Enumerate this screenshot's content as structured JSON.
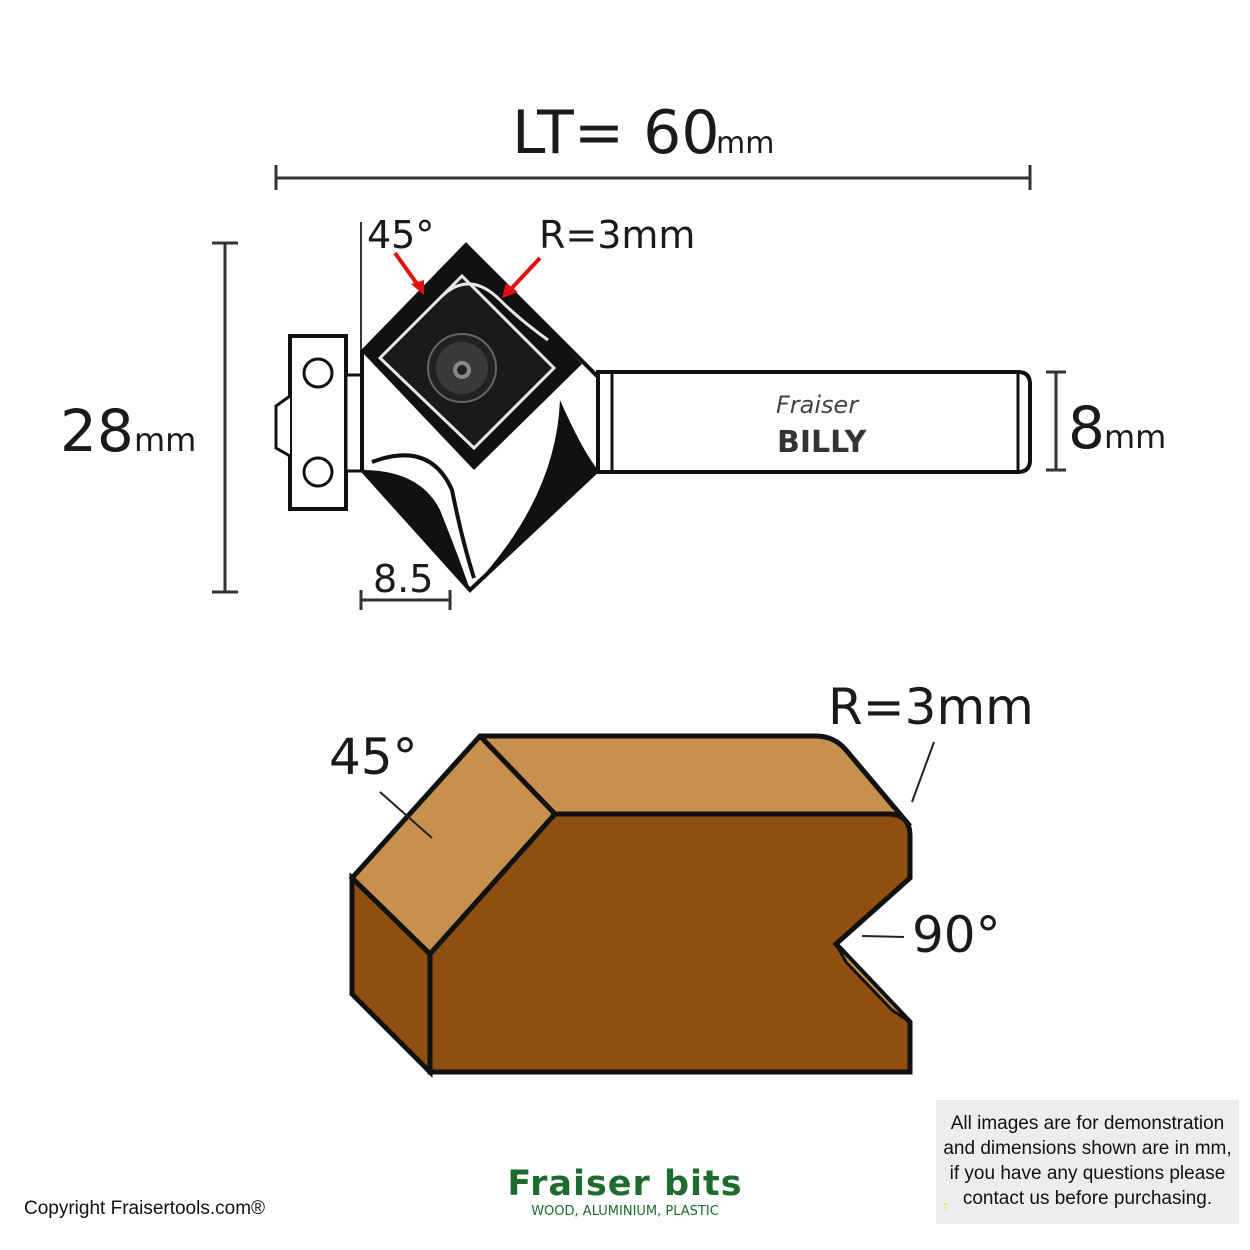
{
  "top_diagram": {
    "total_length": {
      "label": "LT= 60",
      "unit": "mm"
    },
    "height": {
      "value": "28",
      "unit": "mm"
    },
    "shank": {
      "value": "8",
      "unit": "mm"
    },
    "angle_label": "45°",
    "radius_label": "R=3mm",
    "bearing_offset": "8.5",
    "shank_brand": "Fraiser",
    "shank_model": "BILLY"
  },
  "profile_diagram": {
    "radius_label": "R=3mm",
    "bevel_angle": "45°",
    "groove_angle": "90°",
    "colors": {
      "top_face": "#c8904f",
      "front_face": "#8f4f10",
      "outline": "#111111"
    }
  },
  "footer": {
    "copyright": "Copyright Fraisertools.com®",
    "logo_title": "Fraiser bits",
    "logo_subtitle": "WOOD, ALUMINIUM, PLASTIC",
    "disclaimer_lines": [
      "All images are for demonstration",
      "and dimensions shown are in mm,",
      "if you have any questions please",
      "contact us before purchasing."
    ],
    "logo_color": "#1e6b2e"
  }
}
